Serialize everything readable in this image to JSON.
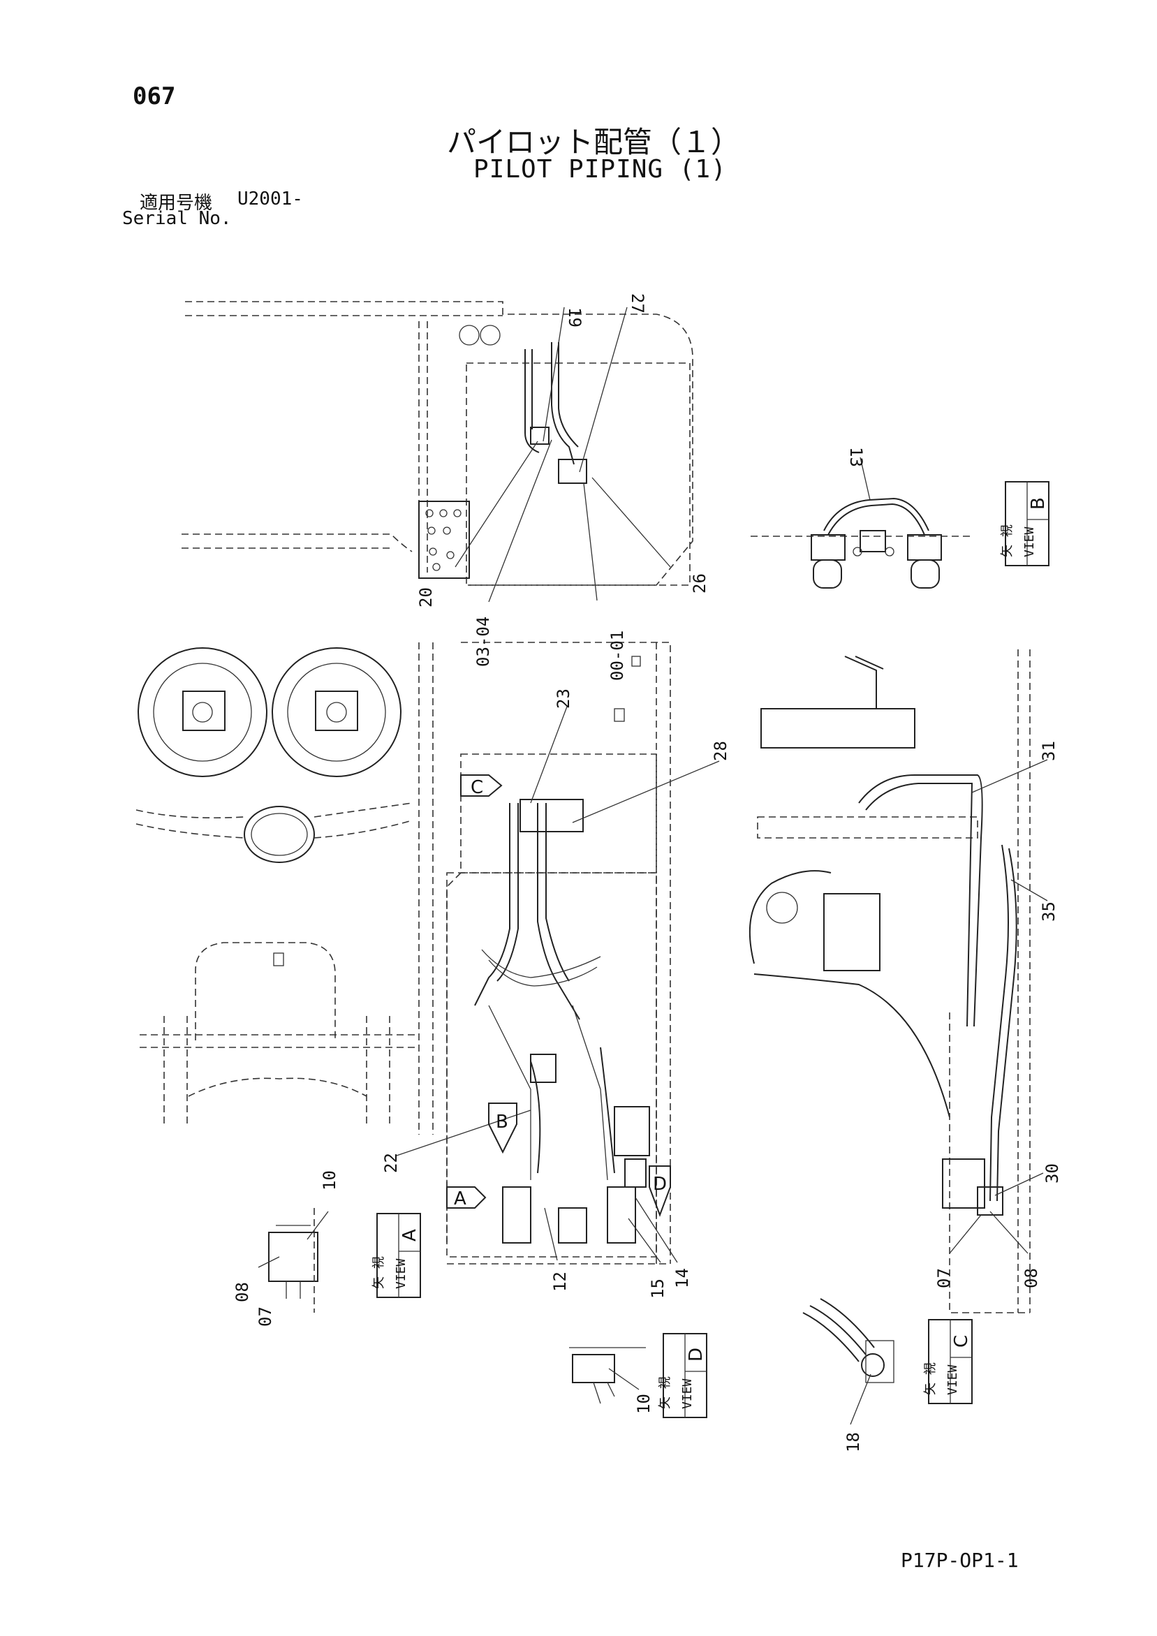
{
  "header": {
    "page_number": "067",
    "title_jp": "パイロット配管（１）",
    "title_en": "PILOT PIPING (1)",
    "serial_label_jp": "適用号機",
    "serial_value": "U2001-",
    "serial_label_en": "Serial No."
  },
  "footer": {
    "page_code": "P17P-OP1-1"
  },
  "callouts": [
    "19",
    "27",
    "13",
    "20",
    "03-04",
    "00-01",
    "26",
    "23",
    "28",
    "31",
    "35",
    "22",
    "12",
    "15",
    "14",
    "30",
    "07",
    "08",
    "10",
    "18"
  ],
  "view_boxes": [
    {
      "kanji": "矢 視",
      "view": "VIEW",
      "letter": "B"
    },
    {
      "kanji": "矢 視",
      "view": "VIEW",
      "letter": "A"
    },
    {
      "kanji": "矢 視",
      "view": "VIEW",
      "letter": "D"
    },
    {
      "kanji": "矢 視",
      "view": "VIEW",
      "letter": "C"
    }
  ],
  "arrow_markers": [
    "A",
    "B",
    "C",
    "D"
  ]
}
